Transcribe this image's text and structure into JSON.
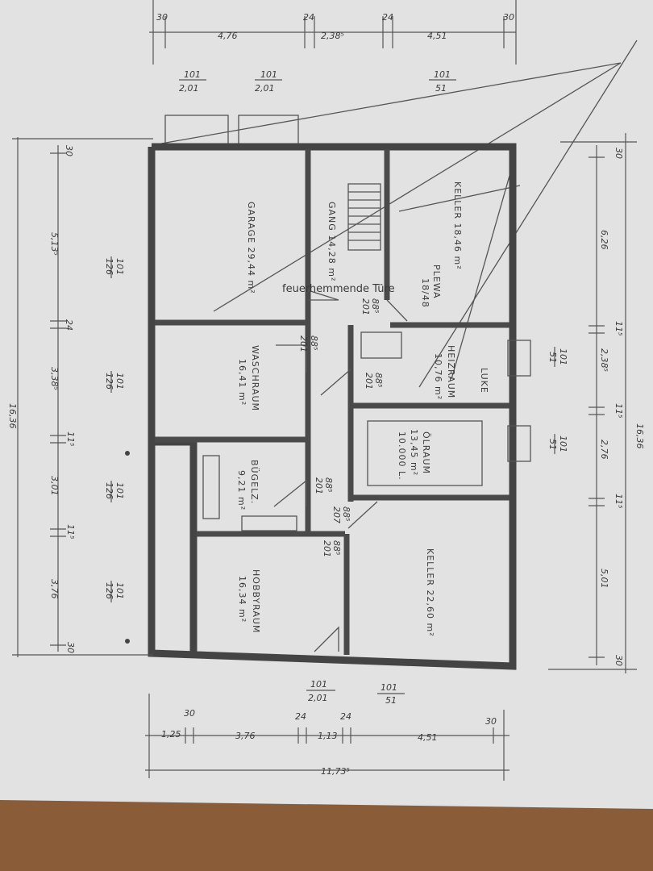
{
  "photo": {
    "paper_color": "#e2e2e2",
    "background_color": "#7a5232"
  },
  "annotation": {
    "fire_door": "feuerhemmende Türe"
  },
  "rooms": {
    "garage": {
      "name": "GARAGE 29,44 m²"
    },
    "gang": {
      "name": "GANG 14,28 m²"
    },
    "keller1": {
      "name": "KELLER 18,46 m²",
      "sub": "PLEWA",
      "sub_value": "18/48"
    },
    "waschraum": {
      "name": "WASCHRAUM",
      "area": "16,41 m²"
    },
    "heizraum": {
      "name": "HEIZRAUM",
      "area": "10,76 m²"
    },
    "luke": "LUKE",
    "oelraum": {
      "name": "ÖLRAUM",
      "area": "13,45 m²",
      "capacity": "10.000 L."
    },
    "buegelz": {
      "name": "BÜGELZ.",
      "area": "9,21 m²"
    },
    "hobbyraum": {
      "name": "HOBBYRAUM",
      "area": "16,34 m²"
    },
    "keller2": {
      "name": "KELLER 22,60 m²"
    }
  },
  "door_labels": {
    "d1": [
      "88⁵",
      "201"
    ],
    "d2": [
      "88⁵",
      "201"
    ],
    "d3": [
      "88⁵",
      "201"
    ],
    "d4": [
      "88⁵",
      "201"
    ],
    "d5": [
      "88⁵",
      "201"
    ],
    "d6": [
      "88⁵",
      "207"
    ]
  },
  "dims_top": [
    "30",
    "4,76",
    "24",
    "2,38⁵",
    "24",
    "4,51",
    "30"
  ],
  "top_window_labels": [
    {
      "top": "101",
      "bottom": "2,01"
    },
    {
      "top": "101",
      "bottom": "2,01"
    },
    {
      "top": "101",
      "bottom": "51"
    }
  ],
  "dims_left": [
    "30",
    "5,13⁵",
    "24",
    "3,38⁵",
    "11⁵",
    "3,01",
    "11⁵",
    "3,76",
    "30"
  ],
  "total_left": "16,36",
  "left_window_labels": [
    {
      "top": "101",
      "bottom": "126"
    },
    {
      "top": "101",
      "bottom": "126"
    },
    {
      "top": "101",
      "bottom": "126"
    },
    {
      "top": "101",
      "bottom": "126"
    }
  ],
  "dims_right": [
    "30",
    "6,26",
    "11⁵",
    "2,38⁵",
    "11⁵",
    "2,76",
    "11⁵",
    "5,01",
    "30"
  ],
  "total_right": "16,36",
  "right_window_labels": [
    {
      "top": "101",
      "bottom": "51"
    },
    {
      "top": "101",
      "bottom": "51"
    }
  ],
  "bottom_window_labels": [
    {
      "top": "101",
      "bottom": "2,01"
    },
    {
      "top": "101",
      "bottom": "51"
    }
  ],
  "dims_bottom": [
    "1,25",
    "30",
    "3,76",
    "24",
    "1,13",
    "24",
    "4,51",
    "30"
  ],
  "total_bottom": "11,73⁵"
}
